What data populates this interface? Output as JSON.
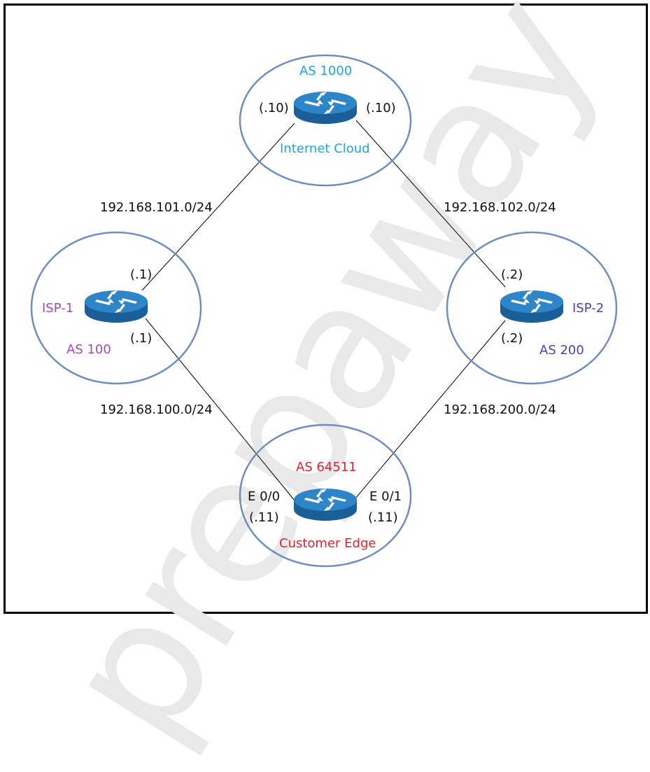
{
  "watermark": "prepaway",
  "colors": {
    "cloud": "#1ea6d8",
    "isp1": "#a24bb0",
    "isp2": "#4b3fb3",
    "customer": "#e3202f",
    "circle": "#6f8ebf",
    "router": "#1b6fb0",
    "link": "#000000"
  },
  "nodes": {
    "cloud": {
      "as": "AS 1000",
      "name": "Internet Cloud",
      "left_ip": "(.10)",
      "right_ip": "(.10)"
    },
    "isp1": {
      "name": "ISP-1",
      "as": "AS 100",
      "top_ip": "(.1)",
      "bottom_ip": "(.1)"
    },
    "isp2": {
      "name": "ISP-2",
      "as": "AS 200",
      "top_ip": "(.2)",
      "bottom_ip": "(.2)"
    },
    "customer": {
      "as": "AS 64511",
      "name": "Customer Edge",
      "left_if": "E 0/0",
      "right_if": "E 0/1",
      "left_ip": "(.11)",
      "right_ip": "(.11)"
    }
  },
  "links": {
    "isp1_cloud": "192.168.101.0/24",
    "cloud_isp2": "192.168.102.0/24",
    "isp1_customer": "192.168.100.0/24",
    "isp2_customer": "192.168.200.0/24"
  }
}
